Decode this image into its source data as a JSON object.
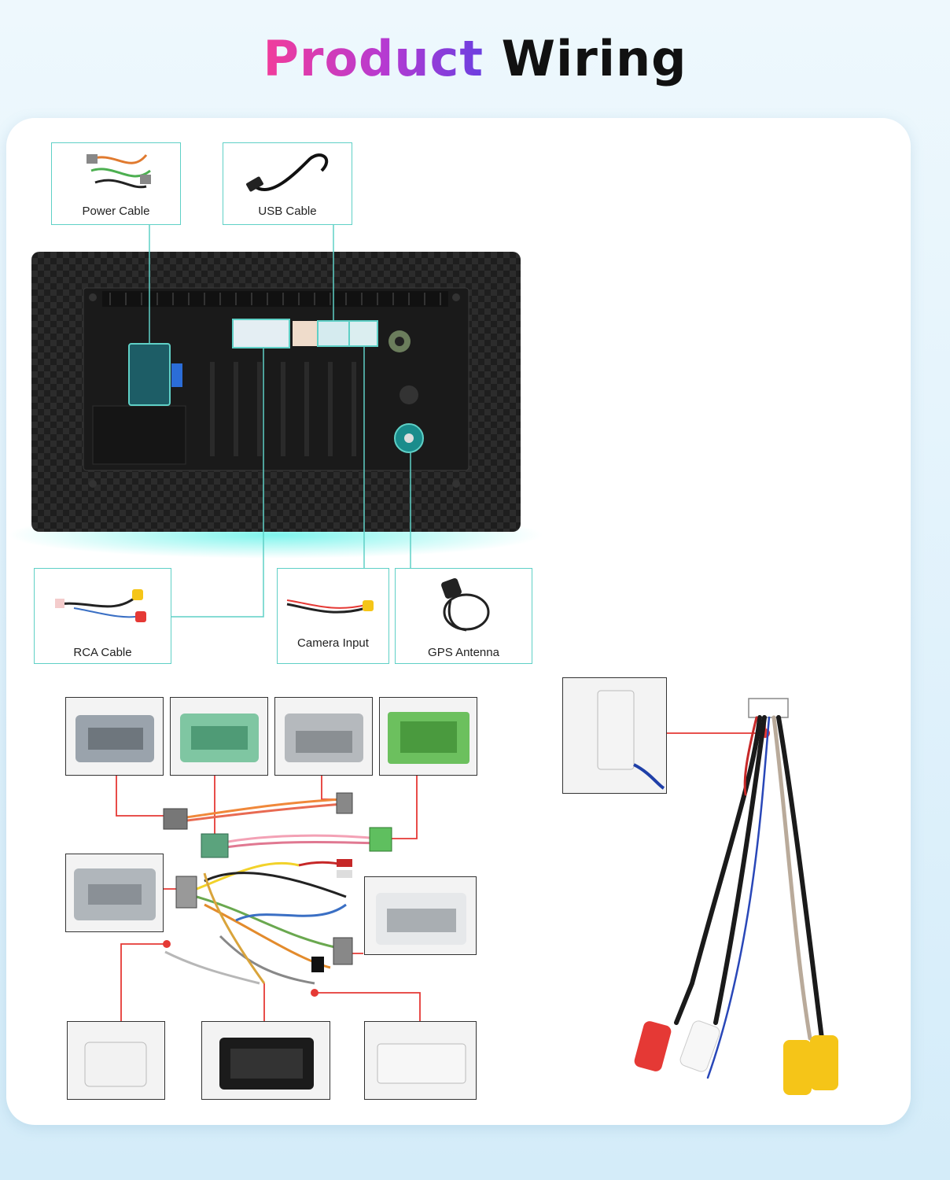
{
  "title": {
    "part1": "Product",
    "part2": "Wiring"
  },
  "labels": {
    "power": "Power Cable",
    "usb": "USB Cable",
    "rca": "RCA Cable",
    "camera": "Camera Input",
    "gps": "GPS Antenna"
  },
  "colors": {
    "teal_line": "#5fd0c6",
    "red_line": "#e53935",
    "title_gradient": [
      "#f23c9a",
      "#6b3fe0"
    ]
  }
}
